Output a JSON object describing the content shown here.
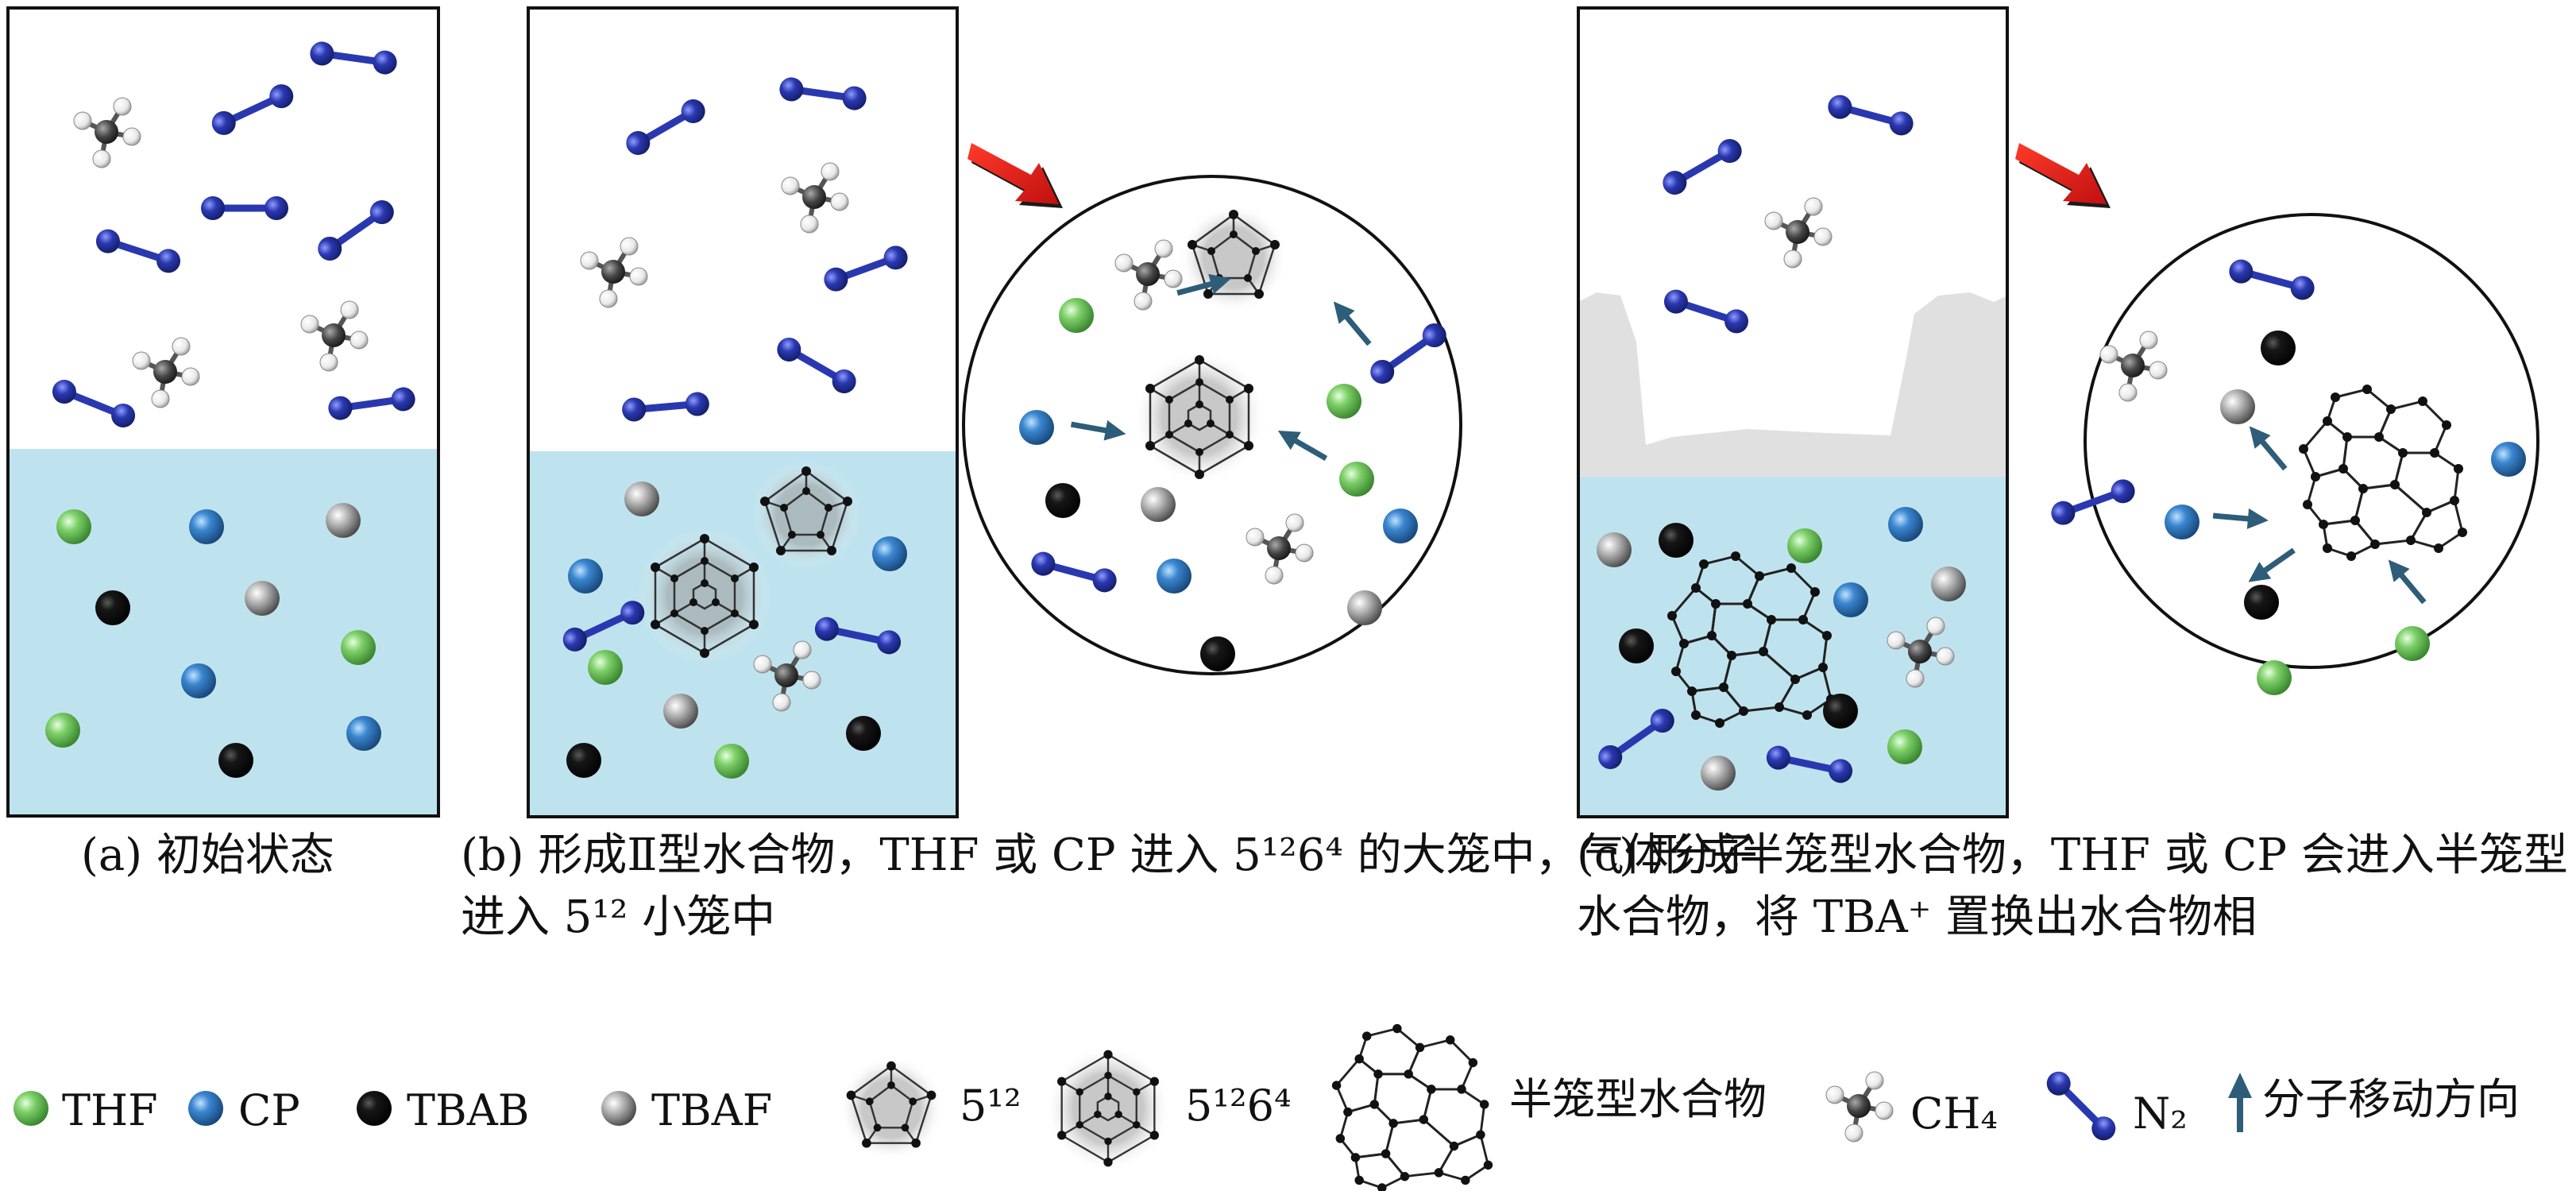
{
  "captions": {
    "a": "(a) 初始状态",
    "b": "(b) 形成Ⅱ型水合物，THF 或 CP 进入 5¹²6⁴ 的大笼中，气体分子进入 5¹² 小笼中",
    "c": "(c) 形成半笼型水合物，THF 或 CP 会进入半笼型水合物，将 TBA⁺ 置换出水合物相"
  },
  "legend": {
    "thf": "THF",
    "cp": "CP",
    "tbab": "TBAB",
    "tbaf": "TBAF",
    "cage_small": "5¹²",
    "cage_large": "5¹²6⁴",
    "semi_hydrate": "半笼型水合物",
    "ch4": "CH₄",
    "n2": "N₂",
    "arrow": "分子移动方向"
  },
  "colors": {
    "water": "#bfe3ee",
    "thf": "#5fc04f",
    "cp": "#2f7fc6",
    "tbab": "#0d0d0d",
    "tbaf": "#bdbdbd",
    "n2": "#2f3fa6",
    "arrow_blue": "#2d5d78",
    "red_arrow": "#e02020"
  }
}
